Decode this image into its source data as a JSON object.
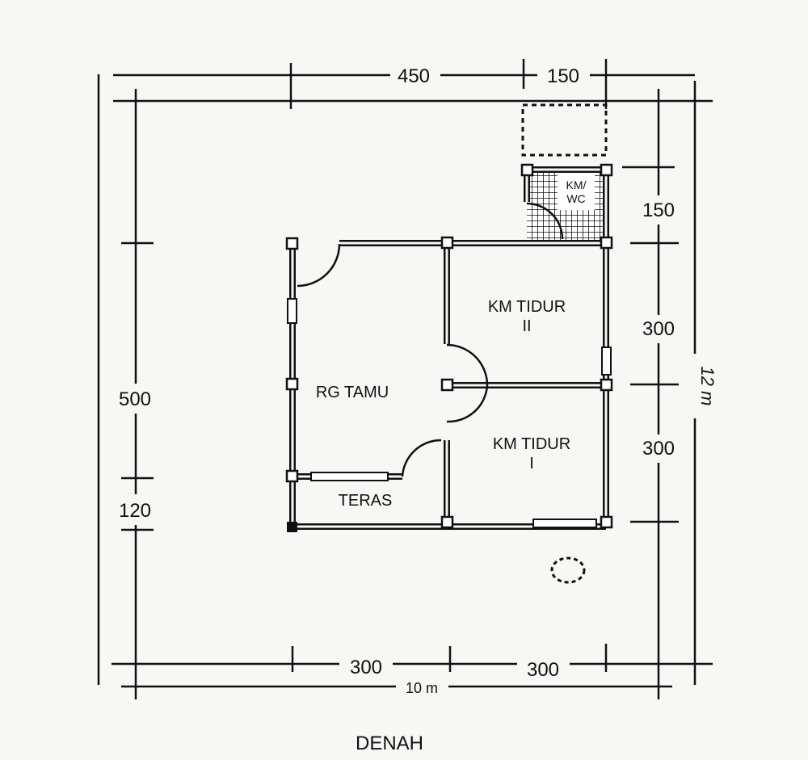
{
  "dimensions": {
    "top_450": "450",
    "top_150": "150",
    "right_150": "150",
    "right_300_upper": "300",
    "right_300_lower": "300",
    "right_total": "12 m",
    "left_500": "500",
    "left_120": "120",
    "bottom_300_left": "300",
    "bottom_300_right": "300",
    "bottom_total": "10 m"
  },
  "rooms": {
    "kmwc_line1": "KM/",
    "kmwc_line2": "WC",
    "tidur2_line1": "KM TIDUR",
    "tidur2_line2": "II",
    "tamu": "RG TAMU",
    "tidur1_line1": "KM TIDUR",
    "tidur1_line2": "I",
    "teras": "TERAS"
  },
  "title": "DENAH"
}
